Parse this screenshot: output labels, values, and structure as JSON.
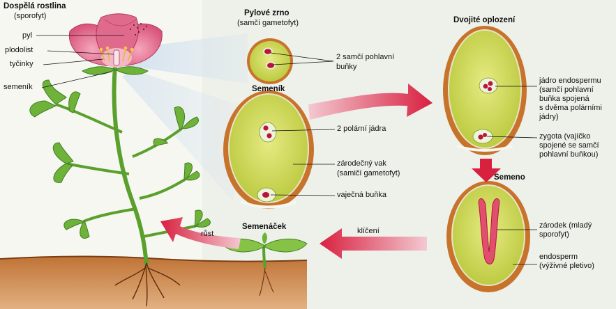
{
  "plant": {
    "title": "Dospělá rostlina",
    "subtitle": "(sporofyt)",
    "labels": {
      "pyl": "pyl",
      "plodolist": "plodolist",
      "tycinky": "tyčinky",
      "semenik": "semeník"
    }
  },
  "pollen": {
    "title": "Pylové zrno",
    "subtitle": "(samčí gametofyt)",
    "sperm_label_1": "2 samčí pohlavní",
    "sperm_label_2": "buňky"
  },
  "ovary": {
    "title": "Semeník",
    "polar_label": "2 polární jádra",
    "sac_label_1": "zárodečný vak",
    "sac_label_2": "(samičí gametofyt)",
    "egg_label": "vaječná buňka"
  },
  "fertilization": {
    "title": "Dvojité oplození",
    "endosperm_nucleus": [
      "jádro endospermu",
      "(samčí pohlavní",
      "buňka spojená",
      "s dvěma polárními",
      "jádry)"
    ],
    "zygote": [
      "zygota (vajíčko",
      "spojené se samčí",
      "pohlavní buňkou)"
    ]
  },
  "seed": {
    "title": "Semeno",
    "embryo": [
      "zárodek (mladý",
      "sporofyt)"
    ],
    "endosperm": [
      "endosperm",
      "(výživné pletivo)"
    ]
  },
  "seedling": {
    "title": "Semenáček"
  },
  "arrows": {
    "germination": "klíčení",
    "growth": "růst"
  },
  "colors": {
    "petal": "#d9547a",
    "cell_fill": "#d4dc5a",
    "cell_border": "#c8732b",
    "arrow": "#d8203f",
    "stem": "#5aa02c",
    "soil": "#b0652e"
  }
}
